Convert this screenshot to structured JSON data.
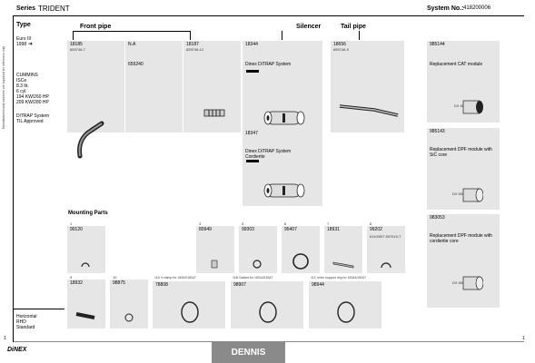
{
  "header": {
    "series_label": "Series",
    "series_value": "TRIDENT",
    "system_label": "System No.:",
    "system_value": "418200006"
  },
  "columns": {
    "front_pipe": "Front pipe",
    "silencer": "Silencer",
    "tail_pipe": "Tail pipe"
  },
  "sidebar": {
    "side_text": "Manufactured and numbers are supplied for reference only",
    "type_heading": "Type",
    "euro": "Euro III",
    "year": "1998",
    "arrow": "➔",
    "engine": [
      "CUMMINS",
      "ISCe",
      "8.3 ltr.",
      "6 cyl.",
      "194 KW/260 HP",
      "209 KW/280 HP"
    ],
    "approvals": [
      "DiTRAP System",
      "TIL Approved"
    ],
    "bottom": [
      "Horizontal",
      "RHD",
      "Standard"
    ],
    "page_left": "1"
  },
  "parts_top": [
    {
      "num": "18185",
      "sub": "659746-7",
      "desc": ""
    },
    {
      "num": "N.A",
      "sub": "",
      "desc": "659240"
    },
    {
      "num": "18187",
      "sub": "659746-12",
      "desc": ""
    },
    {
      "num": "18344",
      "sub": "",
      "desc": "Dinex DiTRAP System"
    },
    {
      "num": "18656",
      "sub": "659746-9",
      "desc": ""
    }
  ],
  "part_second": {
    "num": "18347",
    "desc1": "Dinex DiTRAP System",
    "desc2": "Cordierite"
  },
  "replacements": [
    {
      "num": "985144",
      "desc": "Replacement  CAT module",
      "tag": "DX 6562"
    },
    {
      "num": "985143",
      "desc": "Replacement  DPF module with SiC core",
      "tag": "DX 6563"
    },
    {
      "num": "983053",
      "desc": "Replacement  DPF module with cordierite core",
      "tag": "DX 6563"
    }
  ],
  "mounting": {
    "title": "Mounting Parts",
    "row1": [
      {
        "idx": "1",
        "num": "90120",
        "sub": ""
      },
      {
        "idx": "4",
        "num": "80949",
        "sub": ""
      },
      {
        "idx": "5",
        "num": "99303",
        "sub": ""
      },
      {
        "idx": "6",
        "num": "95407",
        "sub": ""
      },
      {
        "idx": "7",
        "num": "18931",
        "sub": ""
      },
      {
        "idx": "8",
        "num": "99202",
        "sub": "611009/7 657019-7"
      }
    ],
    "row2": [
      {
        "idx": "9",
        "num": "18932",
        "title": ""
      },
      {
        "idx": "10",
        "num": "98875",
        "title": ""
      },
      {
        "idx": "",
        "num": "78808",
        "title": "11A  V-clamp for 18344/18347"
      },
      {
        "idx": "",
        "num": "98907",
        "title": "11B  Gasket for 18344/18347"
      },
      {
        "idx": "",
        "num": "98944",
        "title": "11C  Inner support ring for 18344/18347"
      }
    ]
  },
  "footer": {
    "brand": "DiNEX",
    "model": "DENNIS",
    "page_right": "1"
  }
}
